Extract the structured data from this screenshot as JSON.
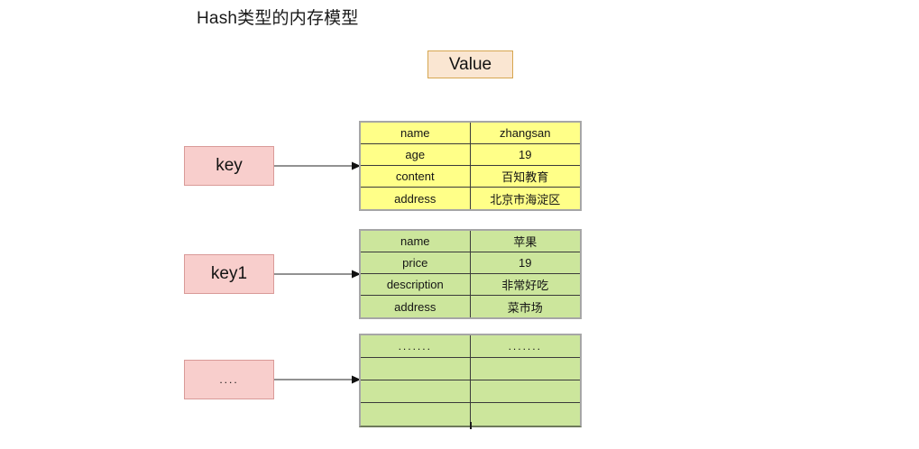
{
  "diagram": {
    "title": "Hash类型的内存模型",
    "value_header": {
      "label": "Value",
      "fill": "#fae6d2",
      "stroke": "#d6a650"
    },
    "key_fill": "#f8cecc",
    "key_stroke": "#d99a98",
    "arrow_color": "#6e6e6e",
    "entries": [
      {
        "key": "key",
        "table_fill": "#ffff88",
        "rows": [
          {
            "field": "name",
            "value": "zhangsan"
          },
          {
            "field": "age",
            "value": "19"
          },
          {
            "field": "content",
            "value": "百知教育"
          },
          {
            "field": "address",
            "value": "北京市海淀区"
          }
        ]
      },
      {
        "key": "key1",
        "table_fill": "#cce69c",
        "rows": [
          {
            "field": "name",
            "value": "苹果"
          },
          {
            "field": "price",
            "value": "19"
          },
          {
            "field": "description",
            "value": "非常好吃"
          },
          {
            "field": "address",
            "value": "菜市场"
          }
        ]
      },
      {
        "key": "....",
        "table_fill": "#cce69c",
        "rows": [
          {
            "field": ".......",
            "value": "......."
          },
          {
            "field": "",
            "value": ""
          },
          {
            "field": "",
            "value": ""
          },
          {
            "field": "",
            "value": ""
          }
        ]
      }
    ]
  }
}
